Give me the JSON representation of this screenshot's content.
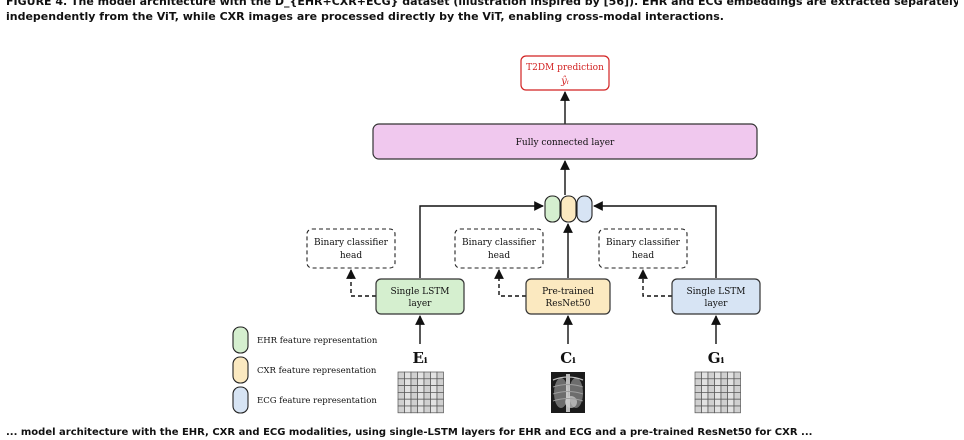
{
  "caption": {
    "top_line1": "FIGURE 4. The model architecture with the D_{EHR+CXR+ECG} dataset (illustration inspired by [56]). EHR and ECG embeddings are extracted separately and",
    "top_line2": "independently from the ViT, while CXR images are processed directly by the ViT, enabling cross-modal interactions.",
    "bottom_partial": "... model architecture with the EHR, CXR and ECG modalities, using single-LSTM layers for EHR and ECG and a pre-trained ResNet50 for CXR ..."
  },
  "output": {
    "title": "T2DM prediction",
    "symbol": "ŷᵢ",
    "color": "#d22222"
  },
  "fc_layer": {
    "label": "Fully connected layer",
    "fill": "#f0c8ee"
  },
  "branches": [
    {
      "encoder_line1": "Single LSTM",
      "encoder_line2": "layer",
      "fill": "#d5efcf",
      "input_symbol": "Eᵢ",
      "head_line1": "Binary classifier",
      "head_line2": "head"
    },
    {
      "encoder_line1": "Pre-trained",
      "encoder_line2": "ResNet50",
      "fill": "#fbe9c0",
      "input_symbol": "Cᵢ",
      "head_line1": "Binary classifier",
      "head_line2": "head"
    },
    {
      "encoder_line1": "Single LSTM",
      "encoder_line2": "layer",
      "fill": "#d7e4f4",
      "input_symbol": "Gᵢ",
      "head_line1": "Binary classifier",
      "head_line2": "head"
    }
  ],
  "legend": [
    {
      "label": "EHR feature representation",
      "fill": "#d5efcf"
    },
    {
      "label": "CXR feature representation",
      "fill": "#fbe9c0"
    },
    {
      "label": "ECG feature representation",
      "fill": "#d7e4f4"
    }
  ]
}
